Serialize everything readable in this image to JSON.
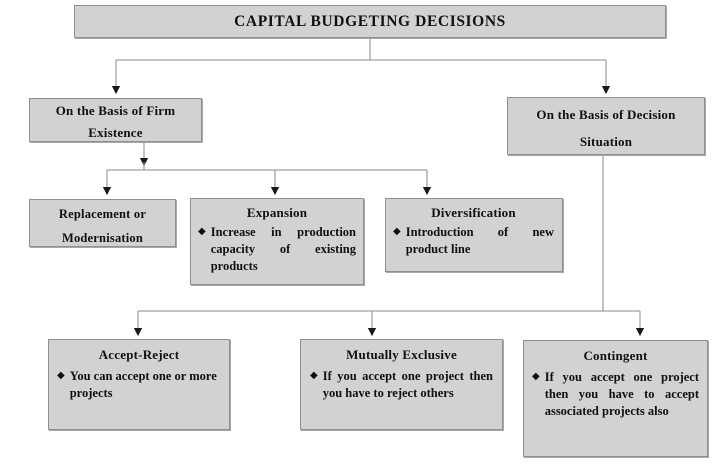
{
  "diagram": {
    "title": "CAPITAL BUDGETING DECISIONS",
    "bullet_glyph": "◆",
    "colors": {
      "box_fill": "#d2d2d2",
      "box_border": "#8f8f8f",
      "connector": "#8a8a8a",
      "arrow": "#1a1a1a",
      "text": "#101010",
      "background": "#ffffff"
    }
  },
  "nodes": {
    "root": {
      "title": "CAPITAL BUDGETING DECISIONS"
    },
    "firm_existence": {
      "title_line1": "On the Basis of Firm",
      "title_line2": "Existence"
    },
    "decision_situation": {
      "title_line1": "On the Basis of Decision",
      "title_line2": "Situation"
    },
    "replacement": {
      "title_line1": "Replacement or",
      "title_line2": "Modernisation"
    },
    "expansion": {
      "title": "Expansion",
      "bullet": "Increase in production capacity of existing products"
    },
    "diversification": {
      "title": "Diversification",
      "bullet": "Introduction of new product line"
    },
    "accept_reject": {
      "title": "Accept-Reject",
      "bullet": "You can accept one or more projects"
    },
    "mutually_exclusive": {
      "title": "Mutually Exclusive",
      "bullet": "If you accept one project then you have to reject others"
    },
    "contingent": {
      "title": "Contingent",
      "bullet": "If you accept one project then you have to accept associated projects also"
    }
  },
  "chart_data": {
    "type": "diagram",
    "title": "CAPITAL BUDGETING DECISIONS",
    "structure": "tree",
    "levels": 3,
    "nodes": [
      {
        "id": "root",
        "label": "CAPITAL BUDGETING DECISIONS",
        "level": 0,
        "parent": null
      },
      {
        "id": "firm_existence",
        "label": "On the Basis of Firm Existence",
        "level": 1,
        "parent": "root"
      },
      {
        "id": "decision_situation",
        "label": "On the Basis of Decision Situation",
        "level": 1,
        "parent": "root"
      },
      {
        "id": "replacement",
        "label": "Replacement or Modernisation",
        "level": 2,
        "parent": "firm_existence",
        "bullets": []
      },
      {
        "id": "expansion",
        "label": "Expansion",
        "level": 2,
        "parent": "firm_existence",
        "bullets": [
          "Increase in production capacity of existing products"
        ]
      },
      {
        "id": "diversification",
        "label": "Diversification",
        "level": 2,
        "parent": "firm_existence",
        "bullets": [
          "Introduction of new product line"
        ]
      },
      {
        "id": "accept_reject",
        "label": "Accept-Reject",
        "level": 2,
        "parent": "decision_situation",
        "bullets": [
          "You can accept one or more projects"
        ]
      },
      {
        "id": "mutually_exclusive",
        "label": "Mutually Exclusive",
        "level": 2,
        "parent": "decision_situation",
        "bullets": [
          "If you accept one project then you have to reject others"
        ]
      },
      {
        "id": "contingent",
        "label": "Contingent",
        "level": 2,
        "parent": "decision_situation",
        "bullets": [
          "If you accept one project then you have to accept associated projects also"
        ]
      }
    ],
    "edges": [
      {
        "from": "root",
        "to": "firm_existence"
      },
      {
        "from": "root",
        "to": "decision_situation"
      },
      {
        "from": "firm_existence",
        "to": "replacement"
      },
      {
        "from": "firm_existence",
        "to": "expansion"
      },
      {
        "from": "firm_existence",
        "to": "diversification"
      },
      {
        "from": "decision_situation",
        "to": "accept_reject"
      },
      {
        "from": "decision_situation",
        "to": "mutually_exclusive"
      },
      {
        "from": "decision_situation",
        "to": "contingent"
      }
    ]
  }
}
